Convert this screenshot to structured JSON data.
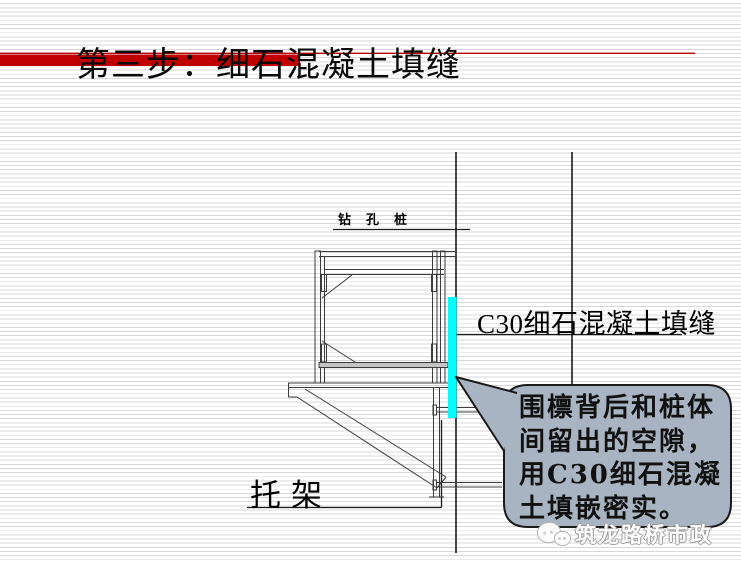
{
  "slide": {
    "title": "第三步：细石混凝土填缝",
    "colors": {
      "accent_red": "#c00000",
      "accent_red_line": "#b40000",
      "highlight_cyan": "#00ffff",
      "callout_fill": "#a9b4c2",
      "drawing_line": "#3c3c3c"
    }
  },
  "diagram": {
    "pile_label": "钻孔桩",
    "joint_label": "C30细石混凝土填缝",
    "bracket_label": "托架"
  },
  "callout": {
    "lines": [
      "围檩背后和桩体",
      "间留出的空隙，",
      "用C30细石混凝",
      "土填嵌密实。"
    ]
  },
  "watermark": {
    "text": "筑龙路桥市政"
  }
}
